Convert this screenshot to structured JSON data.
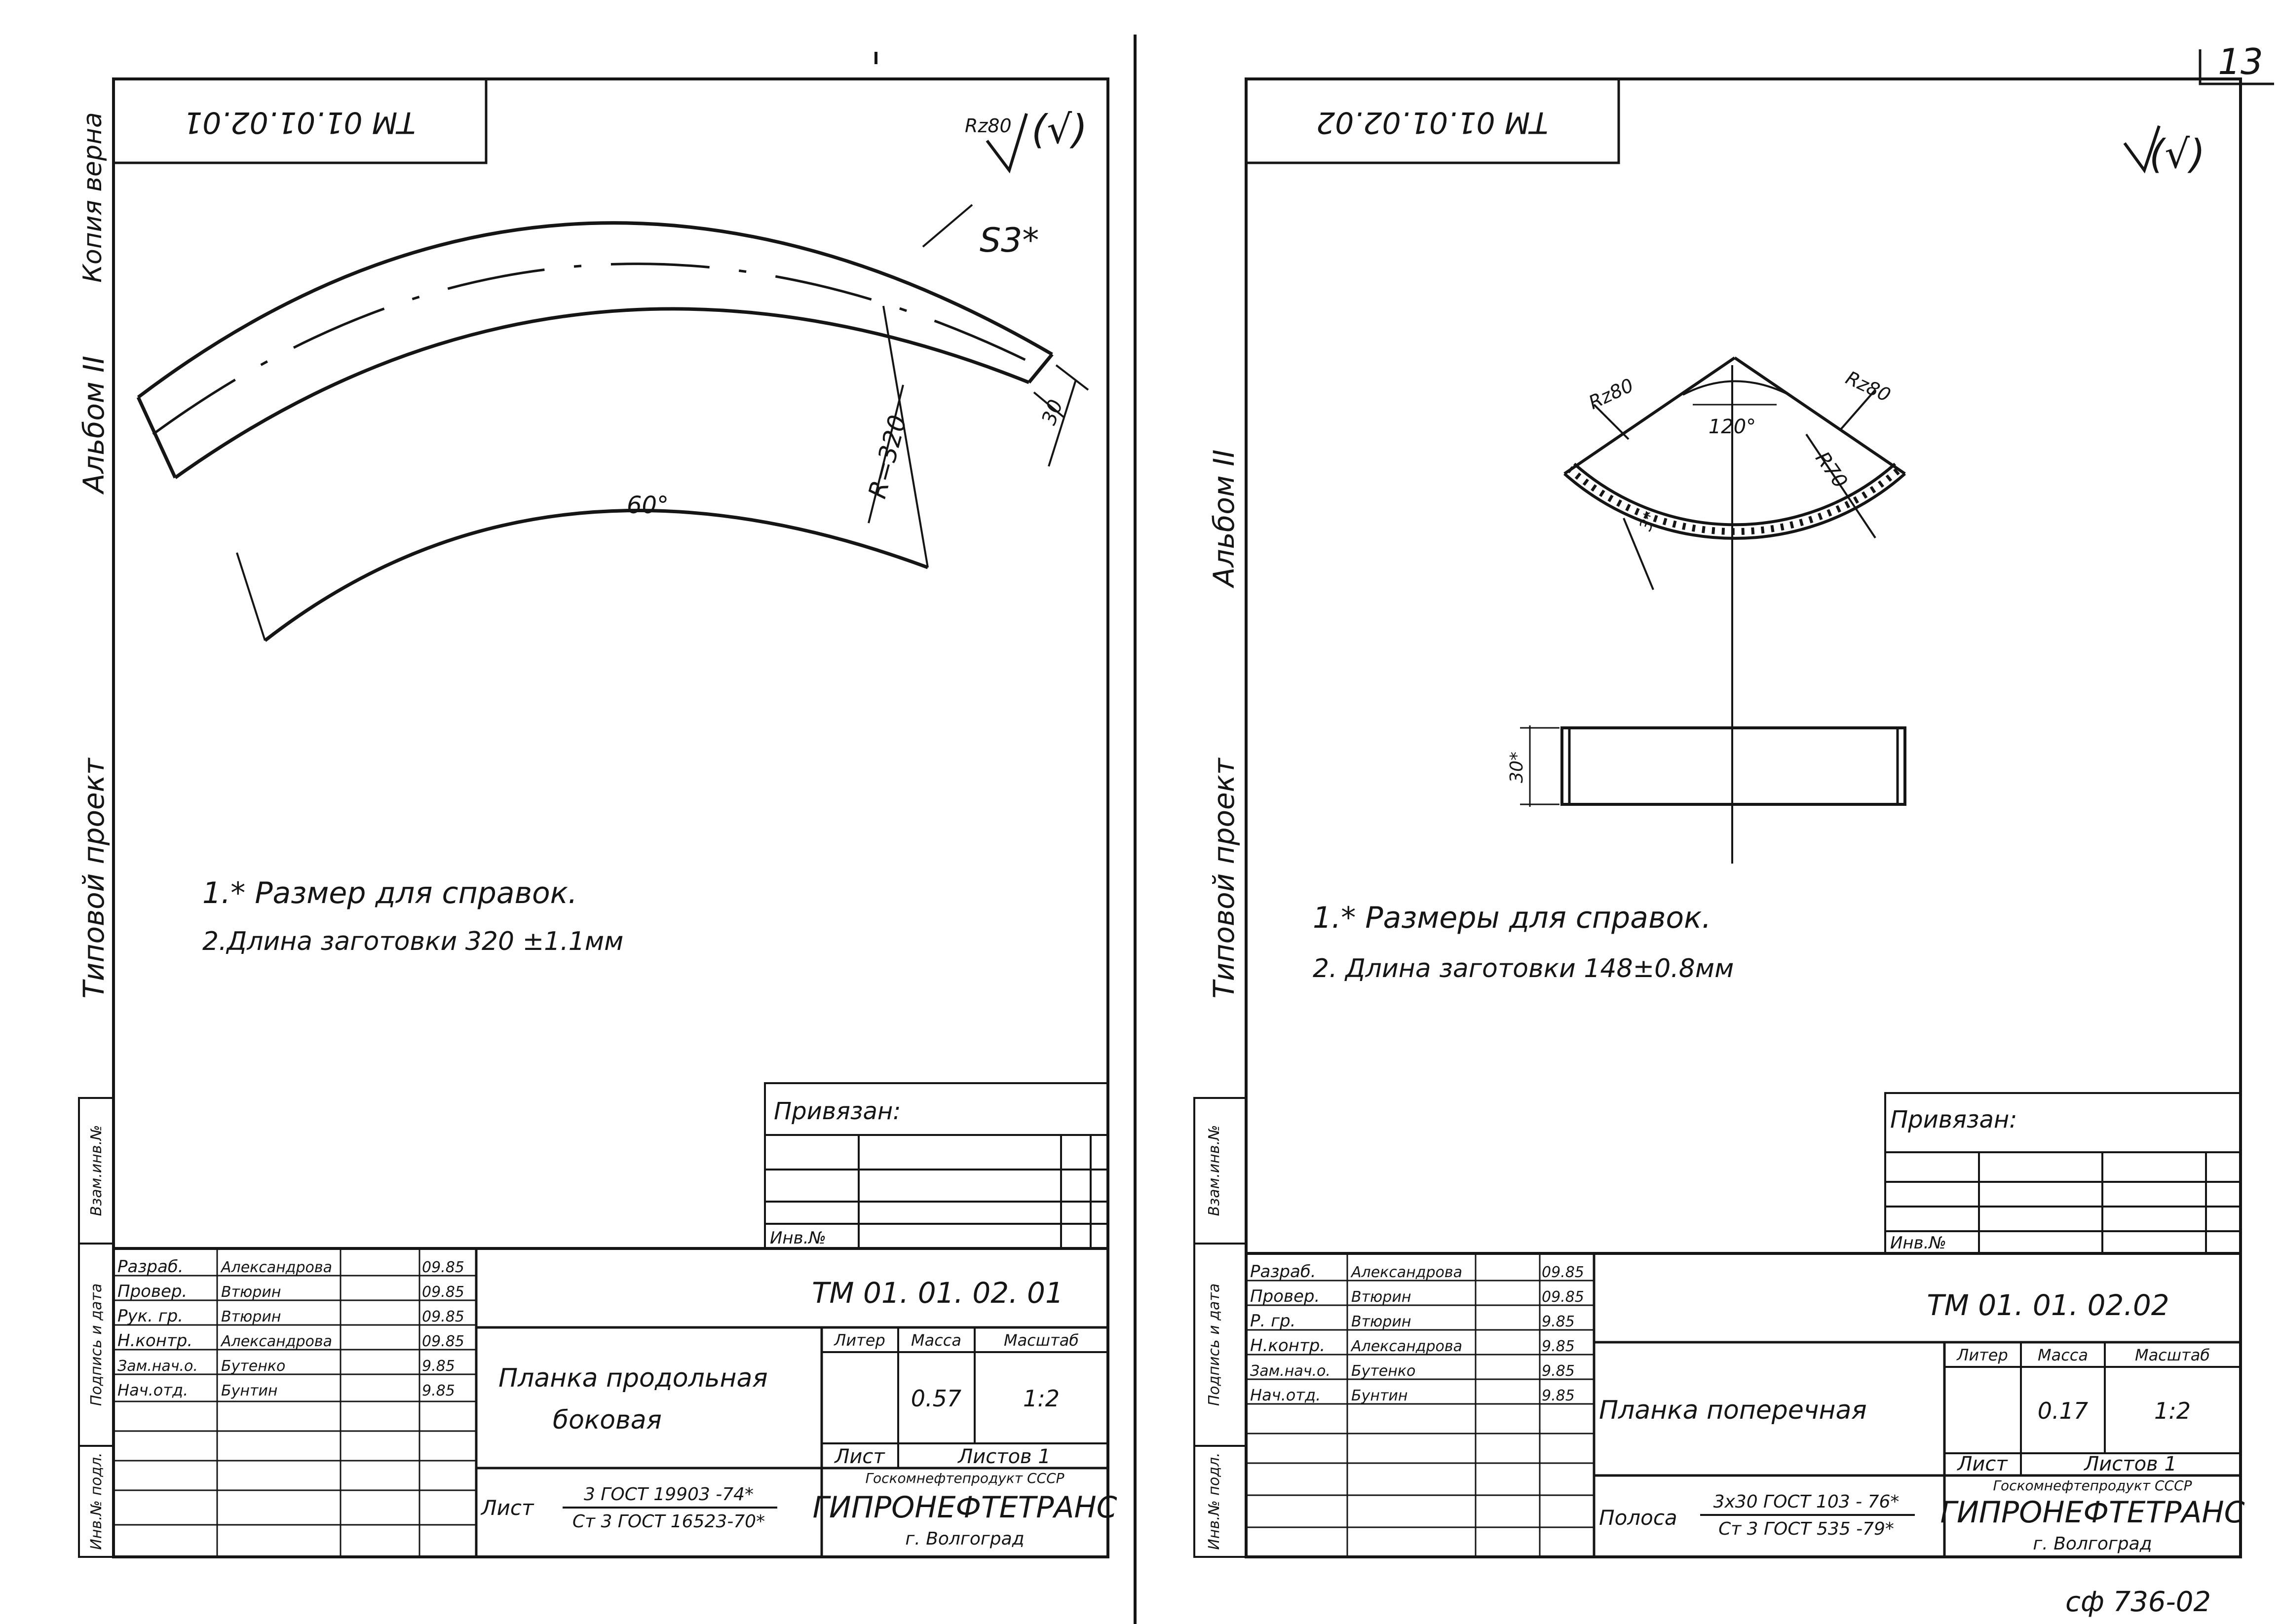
{
  "page_number": "13",
  "footer_code": "сф 736-02",
  "colors": {
    "ink": "#151515",
    "paper": "#ffffff"
  },
  "sheets": [
    {
      "code_mirrored": "TM 01.01.02.01",
      "margin_labels": {
        "album": "Альбом II",
        "copy_note": "Копия верна",
        "project_type": "Типовой проект"
      },
      "stamp_codes": [
        "Инв.№ подл.",
        "Подпись и дата",
        "Взам.инв.№"
      ],
      "roughness": "Rz80",
      "roughness_paren": "(√)",
      "drawing_labels": {
        "thickness": "S3*",
        "width": "30",
        "radius": "R=320",
        "angle": "60°"
      },
      "notes": [
        "1.* Размер для справок.",
        "2.Длина заготовки 320 ±1.1мм"
      ],
      "privyazan": "Привязан:",
      "inv_no": "Инв.№",
      "roles": [
        {
          "role": "Разраб.",
          "name": "Александрова",
          "date": "09.85"
        },
        {
          "role": "Провер.",
          "name": "Втюрин",
          "date": "09.85"
        },
        {
          "role": "Рук. гр.",
          "name": "Втюрин",
          "date": "09.85"
        },
        {
          "role": "Н.контр.",
          "name": "Александрова",
          "date": "09.85"
        },
        {
          "role": "Зам.нач.о.",
          "name": "Бутенко",
          "date": "9.85"
        },
        {
          "role": "Нач.отд.",
          "name": "Бунтин",
          "date": "9.85"
        }
      ],
      "doc_code": "ТМ 01. 01. 02. 01",
      "title_line1": "Планка продольная",
      "title_line2": "боковая",
      "col_liter": "Литер",
      "col_massa": "Масса",
      "col_masshtab": "Масштаб",
      "massa": "0.57",
      "scale": "1:2",
      "list_label": "Лист",
      "listov_label": "Листов 1",
      "material_prefix": "Лист",
      "material_top": "3 ГОСТ 19903 -74*",
      "material_bottom": "Ст 3 ГОСТ 16523-70*",
      "org_top": "Госкомнефтепродукт СССР",
      "org_name": "ГИПРОНЕФТЕТРАНС",
      "org_city": "г. Волгоград"
    },
    {
      "code_mirrored": "TM 01.01.02.02",
      "margin_labels": {
        "album": "Альбом II",
        "copy_note": "",
        "project_type": "Типовой проект"
      },
      "stamp_codes": [
        "Инв.№ подл.",
        "Подпись и дата",
        "Взам.инв.№"
      ],
      "roughness": "",
      "roughness_paren": "(√)",
      "drawing_labels": {
        "rz_left": "Rz80",
        "rz_right": "Rz80",
        "angle": "120°",
        "radius": "R70",
        "thickness": "3*",
        "width": "30*"
      },
      "notes": [
        "1.* Размеры для справок.",
        "2. Длина заготовки 148±0.8мм"
      ],
      "privyazan": "Привязан:",
      "inv_no": "Инв.№",
      "roles": [
        {
          "role": "Разраб.",
          "name": "Александрова",
          "date": "09.85"
        },
        {
          "role": "Провер.",
          "name": "Втюрин",
          "date": "09.85"
        },
        {
          "role": "Р. гр.",
          "name": "Втюрин",
          "date": "9.85"
        },
        {
          "role": "Н.контр.",
          "name": "Александрова",
          "date": "9.85"
        },
        {
          "role": "Зам.нач.о.",
          "name": "Бутенко",
          "date": "9.85"
        },
        {
          "role": "Нач.отд.",
          "name": "Бунтин",
          "date": "9.85"
        }
      ],
      "doc_code": "ТМ 01. 01. 02.02",
      "title_line1": "Планка поперечная",
      "title_line2": "",
      "col_liter": "Литер",
      "col_massa": "Масса",
      "col_masshtab": "Масштаб",
      "massa": "0.17",
      "scale": "1:2",
      "list_label": "Лист",
      "listov_label": "Листов 1",
      "material_prefix": "Полоса",
      "material_top": "3x30 ГОСТ 103 - 76*",
      "material_bottom": "Ст 3 ГОСТ 535 -79*",
      "org_top": "Госкомнефтепродукт СССР",
      "org_name": "ГИПРОНЕФТЕТРАНС",
      "org_city": "г. Волгоград"
    }
  ]
}
